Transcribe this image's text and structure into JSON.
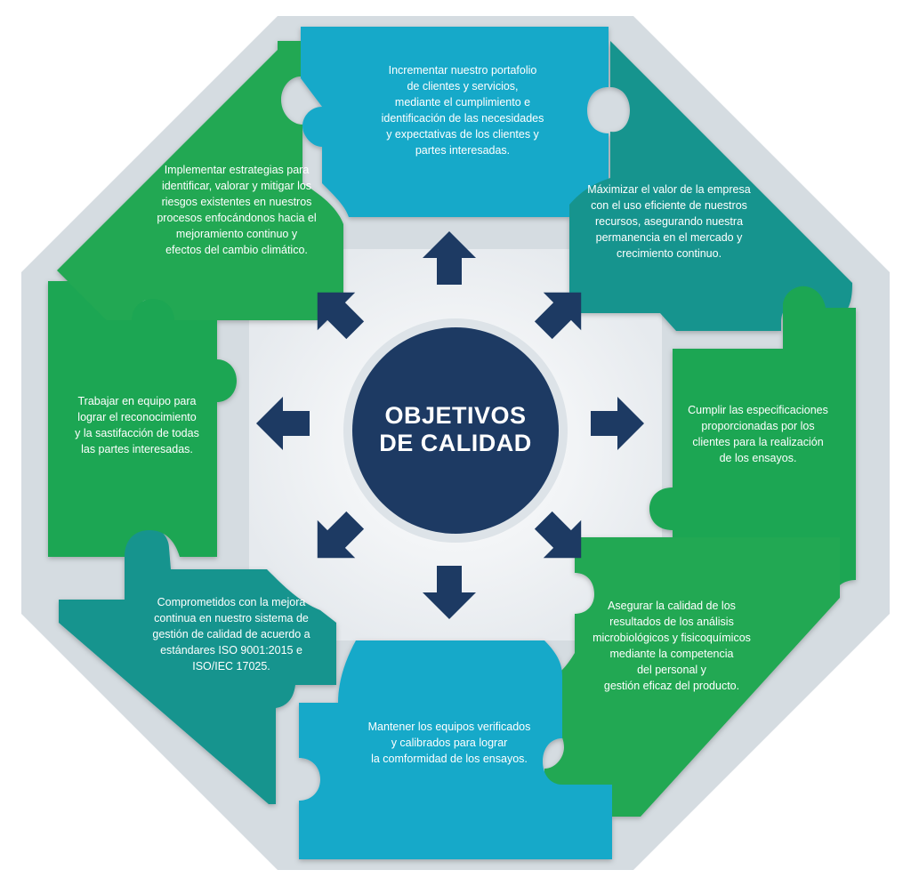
{
  "center": {
    "title_line1": "OBJETIVOS",
    "title_line2": "DE CALIDAD"
  },
  "colors": {
    "light_blue": "#16A9C9",
    "teal": "#16948E",
    "green": "#1FA652",
    "green_alt": "#22A853",
    "navy": "#1D3A63",
    "octagon_border": "#C9D2D8",
    "inner_bg": "#F1F3F5"
  },
  "segments": {
    "top": {
      "lines": [
        "Incrementar nuestro portafolio",
        "de clientes y servicios,",
        "mediante el cumplimiento e",
        "identificación de las necesidades",
        "y expectativas de los clientes y",
        "partes interesadas."
      ]
    },
    "top_right": {
      "lines": [
        "Máximizar el valor de la empresa",
        "con el uso eficiente de nuestros",
        "recursos, asegurando nuestra",
        "permanencia en el mercado y",
        "crecimiento continuo."
      ]
    },
    "right": {
      "lines": [
        "Cumplir las especificaciones",
        "proporcionadas por los",
        "clientes para la realización",
        "de los ensayos."
      ]
    },
    "bottom_right": {
      "lines": [
        "Asegurar la calidad de los",
        "resultados de los análisis",
        "microbiológicos y fisicoquímicos",
        "mediante la competencia",
        "del personal y",
        "gestión eficaz del producto."
      ]
    },
    "bottom": {
      "lines": [
        "Mantener los equipos verificados",
        "y calibrados para  lograr",
        "la comformidad de los ensayos."
      ]
    },
    "bottom_left": {
      "lines": [
        "Comprometidos con la mejora",
        "continua  en  nuestro sistema de",
        "gestión  de calidad de acuerdo a",
        "estándares ISO 9001:2015 e",
        "ISO/IEC 17025."
      ]
    },
    "left": {
      "lines": [
        "Trabajar en equipo para",
        "lograr el reconocimiento",
        "y la sastifacción de todas",
        "las partes interesadas."
      ]
    },
    "top_left": {
      "lines": [
        "Implementar estrategias para",
        "identificar, valorar y mitigar los",
        "riesgos existentes en nuestros",
        "procesos enfocándonos hacia el",
        "mejoramiento continuo y",
        "efectos del cambio climático."
      ]
    }
  },
  "icons": {
    "arrows": [
      "arrow-up-icon",
      "arrow-up-right-icon",
      "arrow-right-icon",
      "arrow-down-right-icon",
      "arrow-down-icon",
      "arrow-down-left-icon",
      "arrow-left-icon",
      "arrow-up-left-icon"
    ]
  }
}
